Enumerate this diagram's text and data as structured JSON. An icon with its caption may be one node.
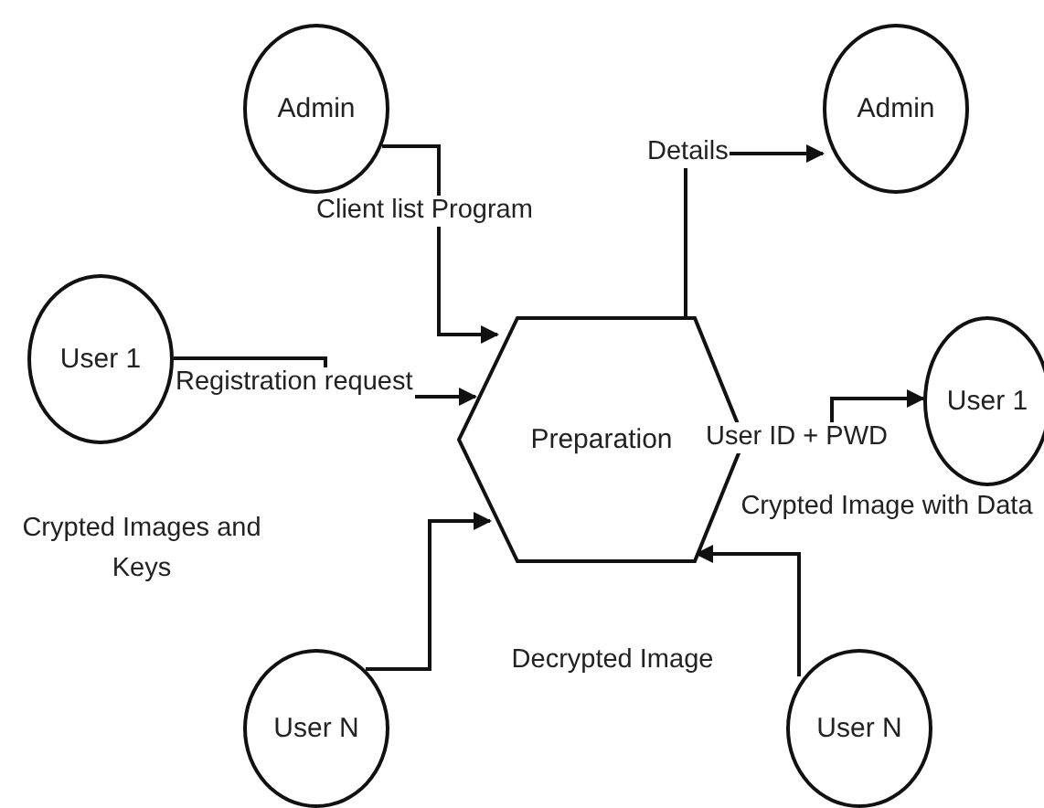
{
  "diagram": {
    "nodes": [
      {
        "text": [
          "Admin"
        ]
      },
      {
        "text": [
          "Admin"
        ]
      },
      {
        "text": [
          "User 1"
        ]
      },
      {
        "text": [
          "Preparation"
        ]
      },
      {
        "text": [
          "User 1"
        ]
      },
      {
        "text": [
          "User N"
        ]
      },
      {
        "text": [
          "User N"
        ]
      }
    ],
    "edges": [
      {
        "from": 0,
        "to": 3,
        "arrow": "to",
        "label": "Client list Program"
      },
      {
        "from": 3,
        "to": 1,
        "arrow": "to",
        "label": "Details"
      },
      {
        "from": 2,
        "to": 3,
        "arrow": "to",
        "label": "Registration request"
      },
      {
        "from": null,
        "to": 4,
        "arrow": "to",
        "label": "User ID + PWD"
      },
      {
        "from": 5,
        "to": 3,
        "arrow": "to"
      },
      {
        "from": 6,
        "to": 3,
        "arrow": "to"
      }
    ],
    "labels": [
      "Crypted Images and Keys",
      "Crypted Image with Data",
      "Decrypted Image"
    ]
  }
}
